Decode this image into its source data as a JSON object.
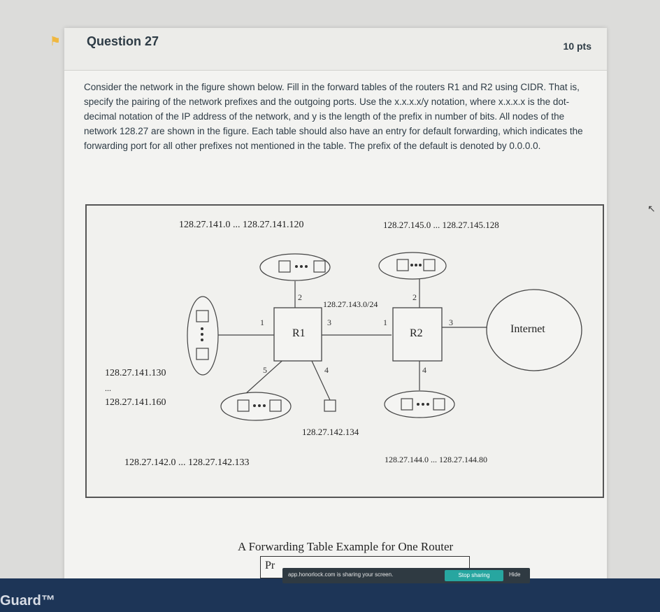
{
  "question": {
    "title": "Question 27",
    "points": "10 pts",
    "text": "Consider the network in the figure shown below. Fill in the forward tables of the routers R1 and R2 using CIDR. That is, specify the pairing of the network prefixes and the outgoing ports. Use the x.x.x.x/y notation, where x.x.x.x is the dot-decimal notation of the IP address of the network, and y is the length of the prefix in number of bits. All nodes of the network 128.27 are shown in the figure. Each table should also have an entry for default forwarding, which indicates the forwarding port for all other prefixes not mentioned in the table. The prefix of the default is denoted by 0.0.0.0."
  },
  "figure": {
    "range_top_left": "128.27.141.0 ... 128.27.141.120",
    "range_top_right": "128.27.145.0 ... 128.27.145.128",
    "link_label": "128.27.143.0/24",
    "router1": "R1",
    "router2": "R2",
    "internet": "Internet",
    "left_range_start": "128.27.141.130",
    "left_range_dots": "...",
    "left_range_end": "128.27.141.160",
    "single_host": "128.27.142.134",
    "range_bottom_left": "128.27.142.0 ... 128.27.142.133",
    "range_bottom_right": "128.27.144.0 ... 128.27.144.80",
    "ports": {
      "r1_left": "1",
      "r1_top": "2",
      "r1_right": "3",
      "r1_bottom": "4",
      "r1_bottomleft": "5",
      "r2_left": "1",
      "r2_top": "2",
      "r2_right": "3",
      "r2_bottom": "4"
    }
  },
  "caption": "A Forwarding Table Example for One Router",
  "table_header": "Pr",
  "share_bar": {
    "text": "app.honorlock.com is sharing your screen.",
    "stop_label": "Stop sharing",
    "hide_label": "Hide"
  },
  "brand": "Guard™"
}
